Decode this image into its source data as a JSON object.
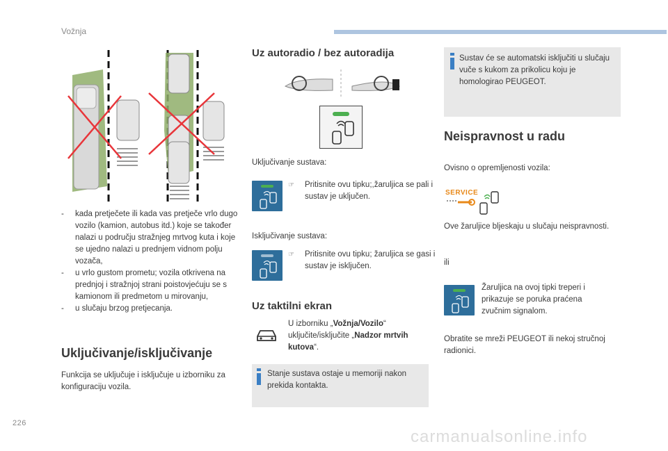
{
  "header": {
    "section": "Vožnja",
    "page_number": "226"
  },
  "left": {
    "bullets": [
      "kada pretječete ili kada vas pretječe vrlo dugo vozilo (kamion, autobus itd.) koje se također nalazi u području stražnjeg mrtvog kuta i koje se ujedno nalazi u prednjem vidnom polju vozača,",
      "u vrlo gustom prometu; vozila otkrivena na prednjoj i stražnjoj strani poistovjećuju se s kamionom ili predmetom u mirovanju,",
      "u slučaju brzog pretjecanja."
    ],
    "heading": "Uključivanje/isključivanje",
    "intro": "Funkcija se uključuje i isključuje u izborniku za konfiguraciju vozila."
  },
  "middle": {
    "heading_radio": "Uz autoradio / bez autoradija",
    "enable_label": "Uključivanje sustava:",
    "enable_step": "Pritisnite ovu tipku;,žaruljica se pali i sustav je uključen.",
    "disable_label": "Isključivanje sustava:",
    "disable_step": "Pritisnite ovu tipku; žaruljica se gasi i sustav je isključen.",
    "heading_touch": "Uz taktilni ekran",
    "touch_pre": "U izborniku „",
    "touch_menu": "Vožnja/Vozilo",
    "touch_mid": "“ uključite/isključite „",
    "touch_item": "Nadzor mrtvih kutova",
    "touch_post": "“.",
    "note": "Stanje sustava ostaje u memoriji nakon prekida kontakta."
  },
  "right": {
    "note": "Sustav će se automatski isključiti u slučaju vuče s kukom za prikolicu koju je homologirao PEUGEOT.",
    "heading": "Neispravnost u radu",
    "equip": "Ovisno o opremljenosti vozila:",
    "service_label": "SERVICE",
    "warning_lamps": "Ove žaruljice bljeskaju u slučaju neispravnosti.",
    "or": "ili",
    "blink_text": "Žaruljica na ovoj tipki treperi i prikazuje se poruka praćena zvučnim signalom.",
    "contact": "Obratite se mreži PEUGEOT ili nekoj stručnoj radionici."
  },
  "watermark": "carmanualsonline.info",
  "colors": {
    "accent_blue": "#2e6e9b",
    "header_bar": "#aec5e0",
    "note_bg": "#e8e8e8",
    "green_zone": "#8fae6a",
    "red_cross": "#e8353a",
    "service_orange": "#e8891a",
    "lamp_green": "#4caf50"
  }
}
